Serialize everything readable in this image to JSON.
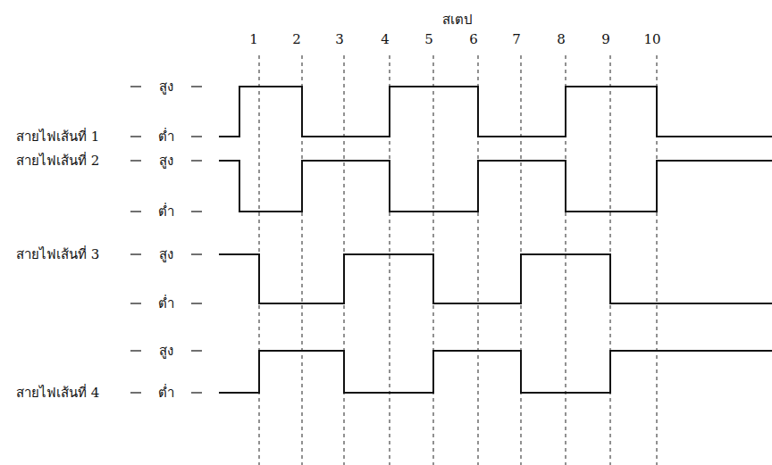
{
  "diagram": {
    "labels": [
      "สเตป",
      "1",
      "2",
      "3",
      "4",
      "5",
      "6",
      "7",
      "8",
      "9",
      "10",
      "สูง",
      "สายไฟเส้นที่ 1",
      "ต่ำ",
      "สายไฟเส้นที่ 2",
      "สูง",
      "ต่ำ",
      "สายไฟเส้นที่ 3",
      "สูง",
      "ต่ำ",
      "สูง",
      "สายไฟเส้นที่ 4",
      "ต่ำ"
    ]
  }
}
